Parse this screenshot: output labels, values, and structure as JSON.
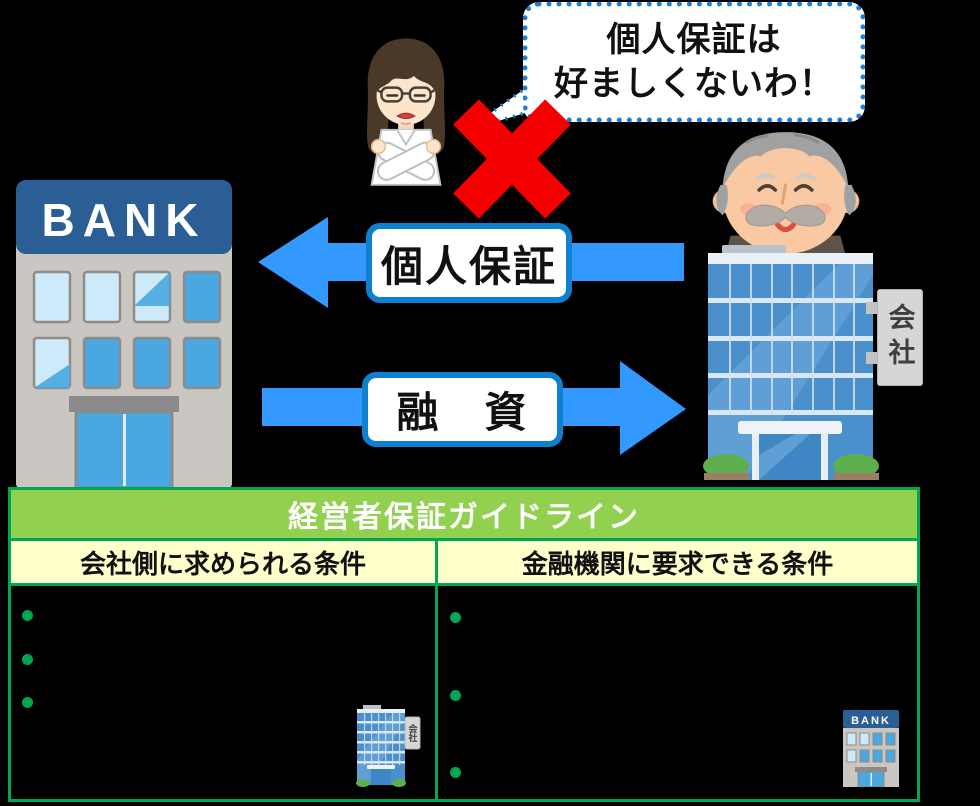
{
  "background_color": "#000000",
  "speech_bubble": {
    "line1": "個人保証は",
    "line2": "好ましくないわ！",
    "border_color": "#1A7FD5"
  },
  "reject_cross": {
    "color": "#F50000"
  },
  "bank_building": {
    "sign": "BANK",
    "sign_color": "#2B5E95"
  },
  "company_building": {
    "sign": "会社"
  },
  "arrows": {
    "guarantee": {
      "label": "個人保証",
      "direction": "left",
      "color": "#3399FF"
    },
    "loan": {
      "label": "融　資",
      "direction": "right",
      "color": "#3399FF"
    }
  },
  "table": {
    "title": "経営者保証ガイドライン",
    "title_bg": "#92D050",
    "border_color": "#00A650",
    "header_bg": "#FFFFCC",
    "columns": [
      {
        "header": "会社側に求められる条件",
        "bullet_count": 3,
        "icon": "company-building"
      },
      {
        "header": "金融機関に要求できる条件",
        "bullet_count": 3,
        "icon": "bank-building"
      }
    ]
  },
  "small_company": {
    "sign": "会社"
  },
  "small_bank": {
    "sign": "BANK"
  }
}
